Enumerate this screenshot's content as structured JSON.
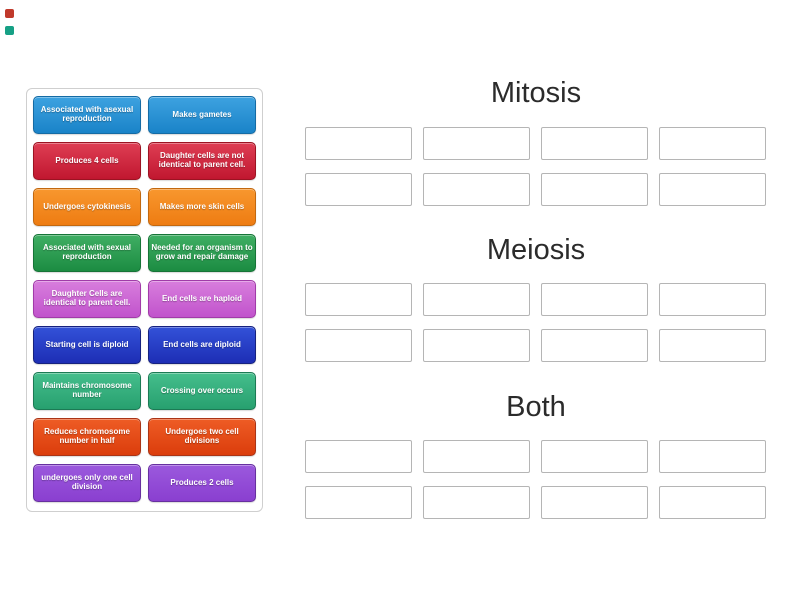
{
  "decorations": {
    "dot_red": "#c0392b",
    "dot_teal": "#16a085"
  },
  "board": {
    "tiles": [
      {
        "text": "Associated with asexual reproduction",
        "color_top": "#3da2e0",
        "color_bottom": "#1a83c8",
        "color_border": "#156ba4"
      },
      {
        "text": "Makes gametes",
        "color_top": "#3da2e0",
        "color_bottom": "#1a83c8",
        "color_border": "#156ba4"
      },
      {
        "text": "Produces 4 cells",
        "color_top": "#de3e54",
        "color_bottom": "#c11730",
        "color_border": "#9c1322"
      },
      {
        "text": "Daughter cells are not identical to parent cell.",
        "color_top": "#de3e54",
        "color_bottom": "#c11730",
        "color_border": "#9c1322"
      },
      {
        "text": "Undergoes cytokinesis",
        "color_top": "#f8972e",
        "color_bottom": "#ee7c12",
        "color_border": "#c2680f"
      },
      {
        "text": "Makes more skin cells",
        "color_top": "#f8972e",
        "color_bottom": "#ee7c12",
        "color_border": "#c2680f"
      },
      {
        "text": "Associated with sexual reproduction",
        "color_top": "#3fae63",
        "color_bottom": "#1c8c42",
        "color_border": "#167437"
      },
      {
        "text": "Needed for an organism to grow and repair damage",
        "color_top": "#3fae63",
        "color_bottom": "#1c8c42",
        "color_border": "#167437"
      },
      {
        "text": "Daughter Cells are identical to parent cell.",
        "color_top": "#d87edd",
        "color_bottom": "#c153cc",
        "color_border": "#a13ba8"
      },
      {
        "text": "End cells are haploid",
        "color_top": "#d87edd",
        "color_bottom": "#c153cc",
        "color_border": "#a13ba8"
      },
      {
        "text": "Starting cell is diploid",
        "color_top": "#3352d8",
        "color_bottom": "#1d2eb5",
        "color_border": "#16227f"
      },
      {
        "text": "End cells are diploid",
        "color_top": "#3352d8",
        "color_bottom": "#1d2eb5",
        "color_border": "#16227f"
      },
      {
        "text": "Maintains chromosome number",
        "color_top": "#45be8c",
        "color_bottom": "#27a06f",
        "color_border": "#1c7a54"
      },
      {
        "text": "Crossing over occurs",
        "color_top": "#45be8c",
        "color_bottom": "#27a06f",
        "color_border": "#1c7a54"
      },
      {
        "text": "Reduces chromosome number in half",
        "color_top": "#ee5c25",
        "color_bottom": "#db3d0c",
        "color_border": "#aa3416"
      },
      {
        "text": "Undergoes two cell divisions",
        "color_top": "#ee5c25",
        "color_bottom": "#db3d0c",
        "color_border": "#aa3416"
      },
      {
        "text": "undergoes only one cell division",
        "color_top": "#9b59dd",
        "color_bottom": "#8a3fd0",
        "color_border": "#67309f"
      },
      {
        "text": "Produces 2 cells",
        "color_top": "#9b59dd",
        "color_bottom": "#8a3fd0",
        "color_border": "#67309f"
      }
    ]
  },
  "categories": [
    {
      "label": "Mitosis",
      "slot_count": 8
    },
    {
      "label": "Meiosis",
      "slot_count": 8
    },
    {
      "label": "Both",
      "slot_count": 8
    }
  ]
}
